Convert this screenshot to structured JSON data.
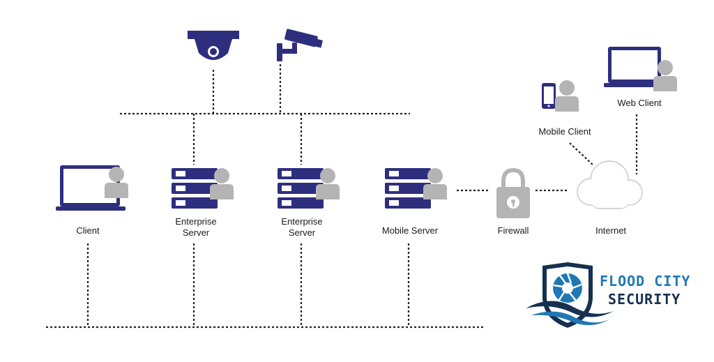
{
  "nodes": {
    "client": {
      "label": "Client"
    },
    "enterprise_server_1": {
      "line1": "Enterprise",
      "line2": "Server"
    },
    "enterprise_server_2": {
      "line1": "Enterprise",
      "line2": "Server"
    },
    "mobile_server": {
      "label": "Mobile Server"
    },
    "firewall": {
      "label": "Firewall"
    },
    "internet": {
      "label": "Internet"
    },
    "mobile_client": {
      "label": "Mobile Client"
    },
    "web_client": {
      "label": "Web Client"
    }
  },
  "logo": {
    "line1": "FLOOD CITY",
    "line2": "SECURITY"
  },
  "colors": {
    "device": "#2e2e7f",
    "person": "#b4b4b4",
    "line": "#222222",
    "logo_blue": "#1f78b4",
    "logo_navy": "#16304f",
    "logo_text": "#2b5d8a"
  },
  "icons": [
    "dome-camera-icon",
    "bullet-camera-icon",
    "laptop-icon",
    "server-icon",
    "padlock-icon",
    "cloud-icon",
    "smartphone-icon",
    "person-icon",
    "shield-logo-icon"
  ]
}
